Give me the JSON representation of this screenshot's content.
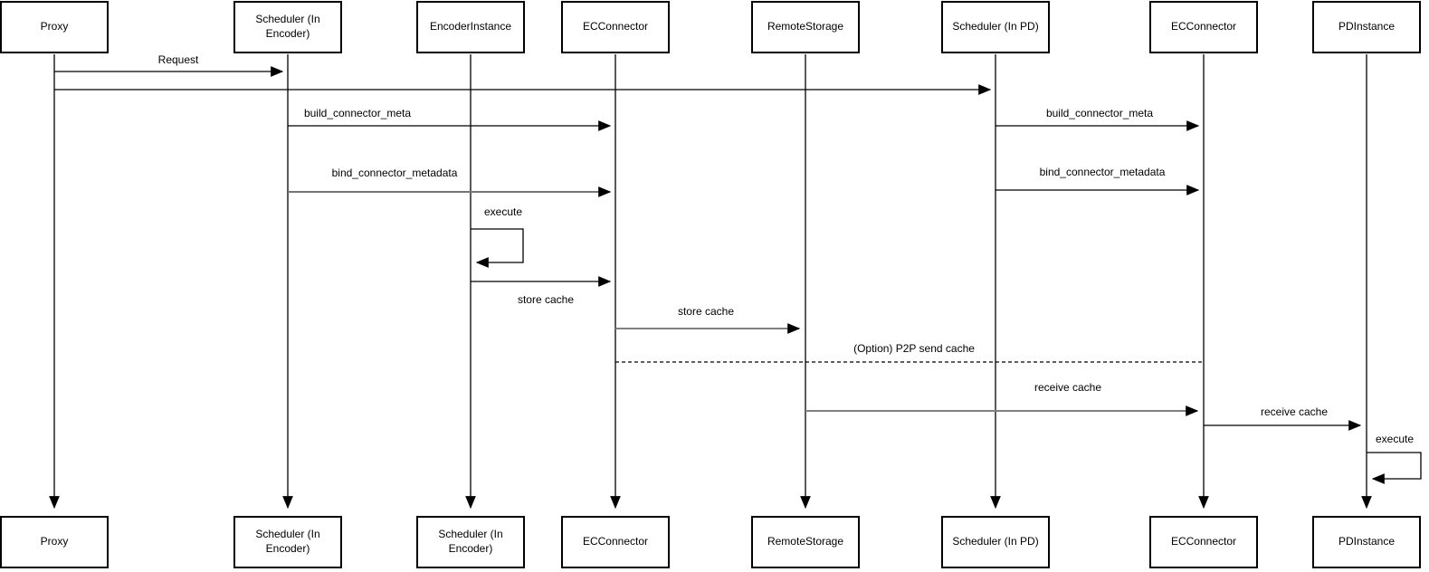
{
  "colors": {
    "line": "#000000",
    "secondary_line": "#808080",
    "background": "#ffffff",
    "text": "#000000"
  },
  "actors": {
    "top": [
      {
        "label": "Proxy"
      },
      {
        "label": "Scheduler (In Encoder)"
      },
      {
        "label": "EncoderInstance"
      },
      {
        "label": "ECConnector"
      },
      {
        "label": "RemoteStorage"
      },
      {
        "label": "Scheduler (In PD)"
      },
      {
        "label": "ECConnector"
      },
      {
        "label": "PDInstance"
      }
    ],
    "bottom": [
      {
        "label": "Proxy"
      },
      {
        "label": "Scheduler (In Encoder)"
      },
      {
        "label": "Scheduler (In Encoder)"
      },
      {
        "label": "ECConnector"
      },
      {
        "label": "RemoteStorage"
      },
      {
        "label": "Scheduler (In PD)"
      },
      {
        "label": "ECConnector"
      },
      {
        "label": "PDInstance"
      }
    ]
  },
  "messages": [
    {
      "label": "Request",
      "from": "Proxy",
      "to": "Scheduler (In Encoder)",
      "style": "solid"
    },
    {
      "label": "",
      "from": "Proxy",
      "to": "Scheduler (In PD)",
      "style": "solid"
    },
    {
      "label": "build_connector_meta",
      "from": "Scheduler (In Encoder)",
      "to": "ECConnector",
      "style": "solid"
    },
    {
      "label": "build_connector_meta",
      "from": "Scheduler (In PD)",
      "to": "ECConnector",
      "style": "solid"
    },
    {
      "label": "bind_connector_metadata",
      "from": "Scheduler (In Encoder)",
      "to": "ECConnector",
      "style": "solid-gray"
    },
    {
      "label": "bind_connector_metadata",
      "from": "Scheduler (In PD)",
      "to": "ECConnector",
      "style": "solid"
    },
    {
      "label": "execute",
      "from": "EncoderInstance",
      "to": "EncoderInstance",
      "style": "self-loop"
    },
    {
      "label": "store cache",
      "from": "EncoderInstance",
      "to": "ECConnector",
      "style": "solid"
    },
    {
      "label": "store cache",
      "from": "ECConnector",
      "to": "RemoteStorage",
      "style": "solid-gray"
    },
    {
      "label": "(Option) P2P send cache",
      "from": "ECConnector",
      "to": "ECConnector",
      "style": "dashed"
    },
    {
      "label": "receive cache",
      "from": "RemoteStorage",
      "to": "ECConnector",
      "style": "solid-gray"
    },
    {
      "label": "receive cache",
      "from": "ECConnector",
      "to": "PDInstance",
      "style": "solid"
    },
    {
      "label": "execute",
      "from": "PDInstance",
      "to": "PDInstance",
      "style": "self-loop"
    }
  ]
}
